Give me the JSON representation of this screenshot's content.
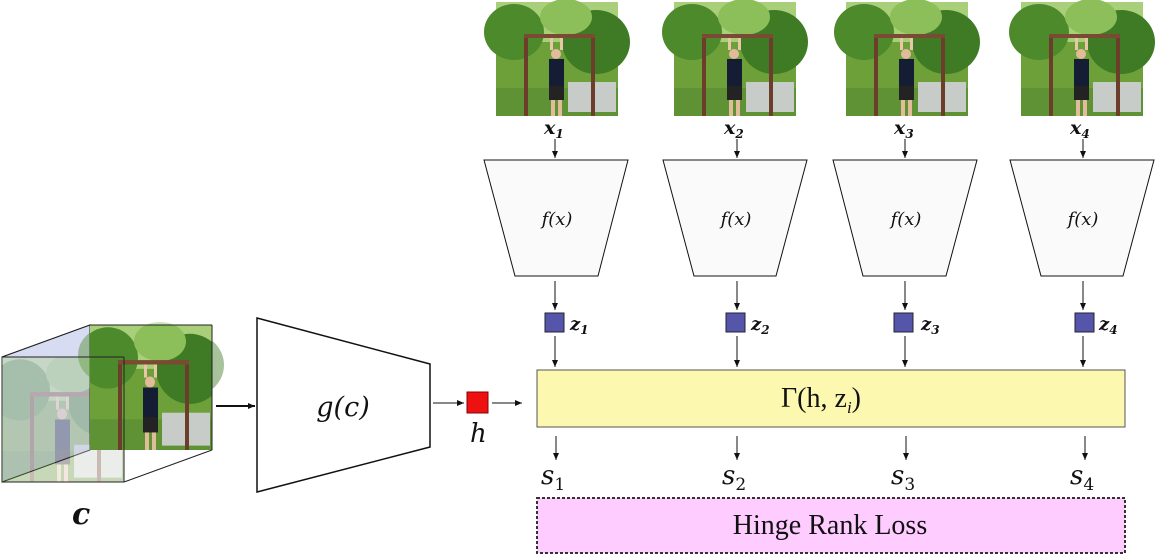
{
  "frames": [
    {
      "label": "x",
      "sub": "1"
    },
    {
      "label": "x",
      "sub": "2"
    },
    {
      "label": "x",
      "sub": "3"
    },
    {
      "label": "x",
      "sub": "4"
    }
  ],
  "encoder_f": {
    "label": "f(x)"
  },
  "embeddings": [
    {
      "label": "z",
      "sub": "1"
    },
    {
      "label": "z",
      "sub": "2"
    },
    {
      "label": "z",
      "sub": "3"
    },
    {
      "label": "z",
      "sub": "4"
    }
  ],
  "scores": [
    {
      "label": "s",
      "sub": "1"
    },
    {
      "label": "s",
      "sub": "2"
    },
    {
      "label": "s",
      "sub": "3"
    },
    {
      "label": "s",
      "sub": "4"
    }
  ],
  "context": {
    "label": "c"
  },
  "encoder_g": {
    "label": "g(c)"
  },
  "hidden": {
    "label": "h"
  },
  "gamma": {
    "label": "Γ(h, z",
    "sub": "i",
    "close": ")"
  },
  "loss": {
    "label": "Hinge Rank Loss"
  },
  "colors": {
    "embedding_square": "#5555aa",
    "hidden_square": "#ee1111",
    "gamma_box": "#fdf8b0",
    "loss_box": "#ffccff",
    "context_cube": "#d7dcf2"
  }
}
